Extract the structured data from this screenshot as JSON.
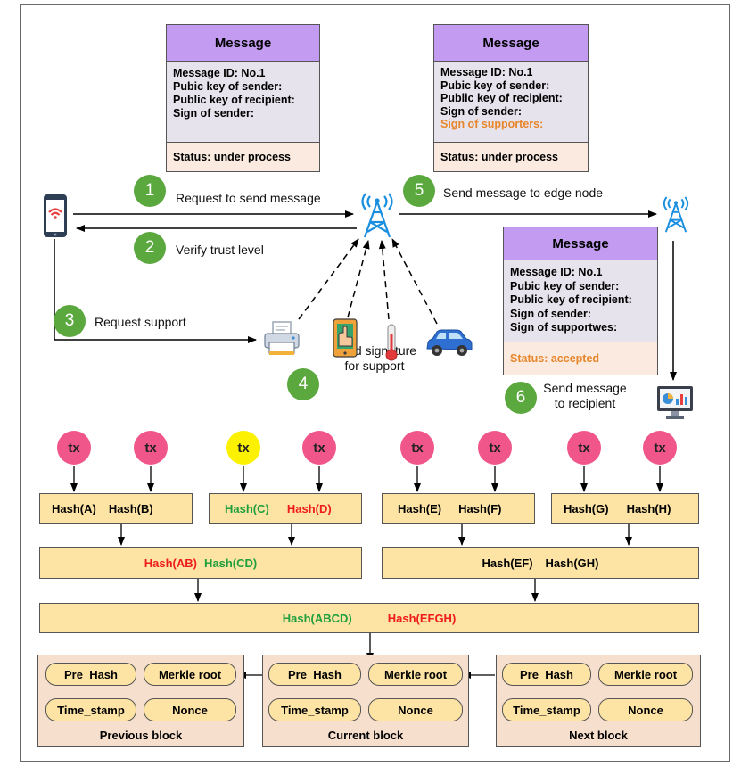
{
  "message_top_left": {
    "header": "Message",
    "lines": [
      "Message ID: No.1",
      "Pubic key of sender:",
      "Public key of recipient:",
      "Sign of sender:"
    ],
    "status": "Status: under process"
  },
  "message_top_right": {
    "header": "Message",
    "lines": [
      "Message ID: No.1",
      "Pubic key of sender:",
      "Public key of recipient:",
      "Sign of sender:"
    ],
    "highlight_line": "Sign of supporters:",
    "status": "Status: under process"
  },
  "message_right": {
    "header": "Message",
    "lines": [
      "Message ID: No.1",
      "Pubic key of sender:",
      "Public key of recipient:",
      "Sign of sender:",
      "Sign of supportwes:"
    ],
    "status": "Status: accepted"
  },
  "steps": [
    {
      "num": "1",
      "label": "Request to send message"
    },
    {
      "num": "2",
      "label": "Verify trust level"
    },
    {
      "num": "3",
      "label": "Request support"
    },
    {
      "num": "4",
      "label_line1": "Send signature",
      "label_line2": "for support"
    },
    {
      "num": "5",
      "label": "Send message to edge node"
    },
    {
      "num": "6",
      "label_line1": "Send message",
      "label_line2": "to recipient"
    }
  ],
  "icons": {
    "phone": "smartphone-icon",
    "tower_center": "antenna-tower-icon",
    "tower_right": "antenna-tower-icon",
    "printer": "printer-icon",
    "mobile": "mobile-device-icon",
    "thermometer": "thermometer-icon",
    "car": "car-icon",
    "monitor": "monitor-dashboard-icon"
  },
  "merkle": {
    "tx_label": "tx",
    "leaves": [
      {
        "a": "Hash(A)",
        "b": "Hash(B)"
      },
      {
        "a": "Hash(C)",
        "b": "Hash(D)"
      },
      {
        "a": "Hash(E)",
        "b": "Hash(F)"
      },
      {
        "a": "Hash(G)",
        "b": "Hash(H)"
      }
    ],
    "level2": [
      {
        "a": "Hash(AB)",
        "b": "Hash(CD)"
      },
      {
        "a": "Hash(EF)",
        "b": "Hash(GH)"
      }
    ],
    "root": {
      "a": "Hash(ABCD)",
      "b": "Hash(EFGH)"
    }
  },
  "blocks": [
    {
      "pre": "Pre_Hash",
      "merkle": "Merkle root",
      "time": "Time_stamp",
      "nonce": "Nonce",
      "title": "Previous block"
    },
    {
      "pre": "Pre_Hash",
      "merkle": "Merkle root",
      "time": "Time_stamp",
      "nonce": "Nonce",
      "title": "Current block"
    },
    {
      "pre": "Pre_Hash",
      "merkle": "Merkle root",
      "time": "Time_stamp",
      "nonce": "Nonce",
      "title": "Next block"
    }
  ],
  "colors": {
    "message_header": "#c39cf2",
    "message_body": "#e6e3ec",
    "status_bg": "#faeadf",
    "step_green": "#5aa83e",
    "tx_pink": "#f0568a",
    "tx_yellow": "#fbf100",
    "hash_box": "#fde3a4",
    "block_bg": "#f7dfce",
    "green_text": "#1fa03c",
    "red_text": "#ee1c1c",
    "orange_text": "#e8862b",
    "tower_blue": "#1a8fe0"
  }
}
